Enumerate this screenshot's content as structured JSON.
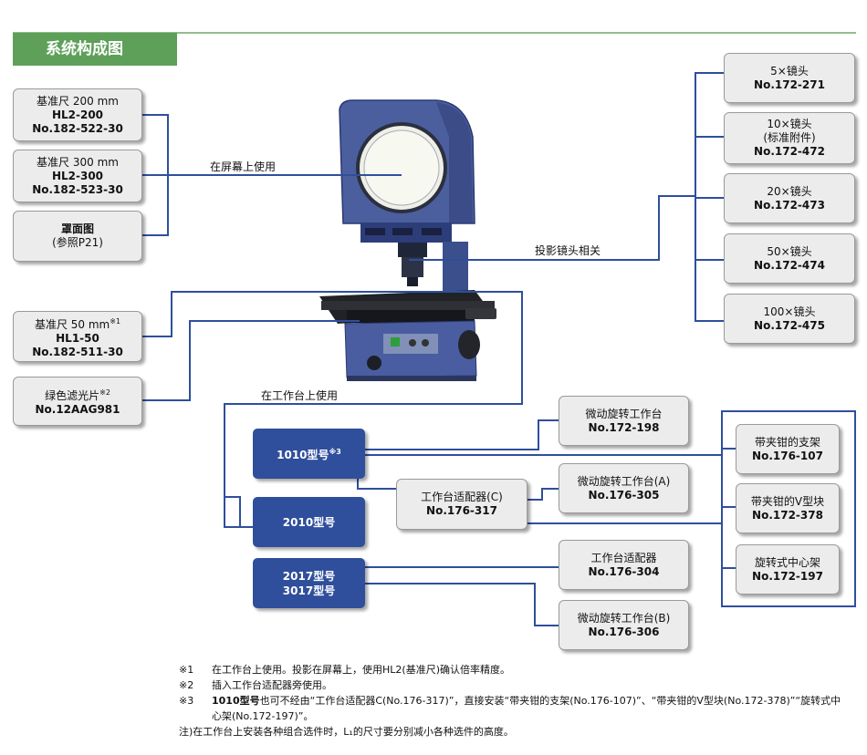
{
  "header": {
    "title": "系统构成图"
  },
  "connector_labels": {
    "screen": "在屏幕上使用",
    "lens": "投影镜头相关",
    "stage": "在工作台上使用"
  },
  "left_items": [
    {
      "name": "基准尺 200 mm",
      "code": "HL2-200",
      "part": "No.182-522-30"
    },
    {
      "name": "基准尺 300 mm",
      "code": "HL2-300",
      "part": "No.182-523-30"
    },
    {
      "name": "罩面图",
      "ref": "(参照P21)"
    },
    {
      "name": "基准尺 50 mm",
      "mark": "※1",
      "code": "HL1-50",
      "part": "No.182-511-30"
    },
    {
      "name": "绿色滤光片",
      "mark": "※2",
      "part": "No.12AAG981"
    }
  ],
  "lenses": [
    {
      "mag": "5×镜头",
      "part": "No.172-271"
    },
    {
      "mag": "10×镜头",
      "note": "(标准附件)",
      "part": "No.172-472"
    },
    {
      "mag": "20×镜头",
      "part": "No.172-473"
    },
    {
      "mag": "50×镜头",
      "part": "No.172-474"
    },
    {
      "mag": "100×镜头",
      "part": "No.172-475"
    }
  ],
  "models": [
    {
      "label": "1010型号",
      "mark": "※3"
    },
    {
      "label": "2010型号"
    },
    {
      "line1": "2017型号",
      "line2": "3017型号"
    }
  ],
  "stage_items": {
    "rot_stage": {
      "name": "微动旋转工作台",
      "part": "No.172-198"
    },
    "adapter_c": {
      "name": "工作台适配器(C)",
      "part": "No.176-317"
    },
    "rot_stage_a": {
      "name": "微动旋转工作台(A)",
      "part": "No.176-305"
    },
    "adapter": {
      "name": "工作台适配器",
      "part": "No.176-304"
    },
    "rot_stage_b": {
      "name": "微动旋转工作台(B)",
      "part": "No.176-306"
    }
  },
  "holders": [
    {
      "name": "带夹钳的支架",
      "part": "No.176-107"
    },
    {
      "name": "带夹钳的V型块",
      "part": "No.172-378"
    },
    {
      "name": "旋转式中心架",
      "part": "No.172-197"
    }
  ],
  "notes": [
    {
      "mark": "※1",
      "text": "在工作台上使用。投影在屏幕上，使用HL2(基准尺)确认倍率精度。"
    },
    {
      "mark": "※2",
      "text": "插入工作台适配器旁使用。"
    },
    {
      "mark": "※3",
      "bold": "1010型号",
      "text": "也可不经由“工作台适配器C(No.176-317)”，直接安装“带夹钳的支架(No.176-107)”、“带夹钳的V型块(No.172-378)”“旋转式中心架(No.172-197)”。"
    }
  ],
  "footnote": "注)在工作台上安装各种组合选件时，L₁的尺寸要分别减小各种选件的高度。",
  "colors": {
    "accent_green": "#5ea05a",
    "line_blue": "#2f4f9c",
    "model_blue": "#2f4f9c",
    "box_gray": "#ececec"
  }
}
